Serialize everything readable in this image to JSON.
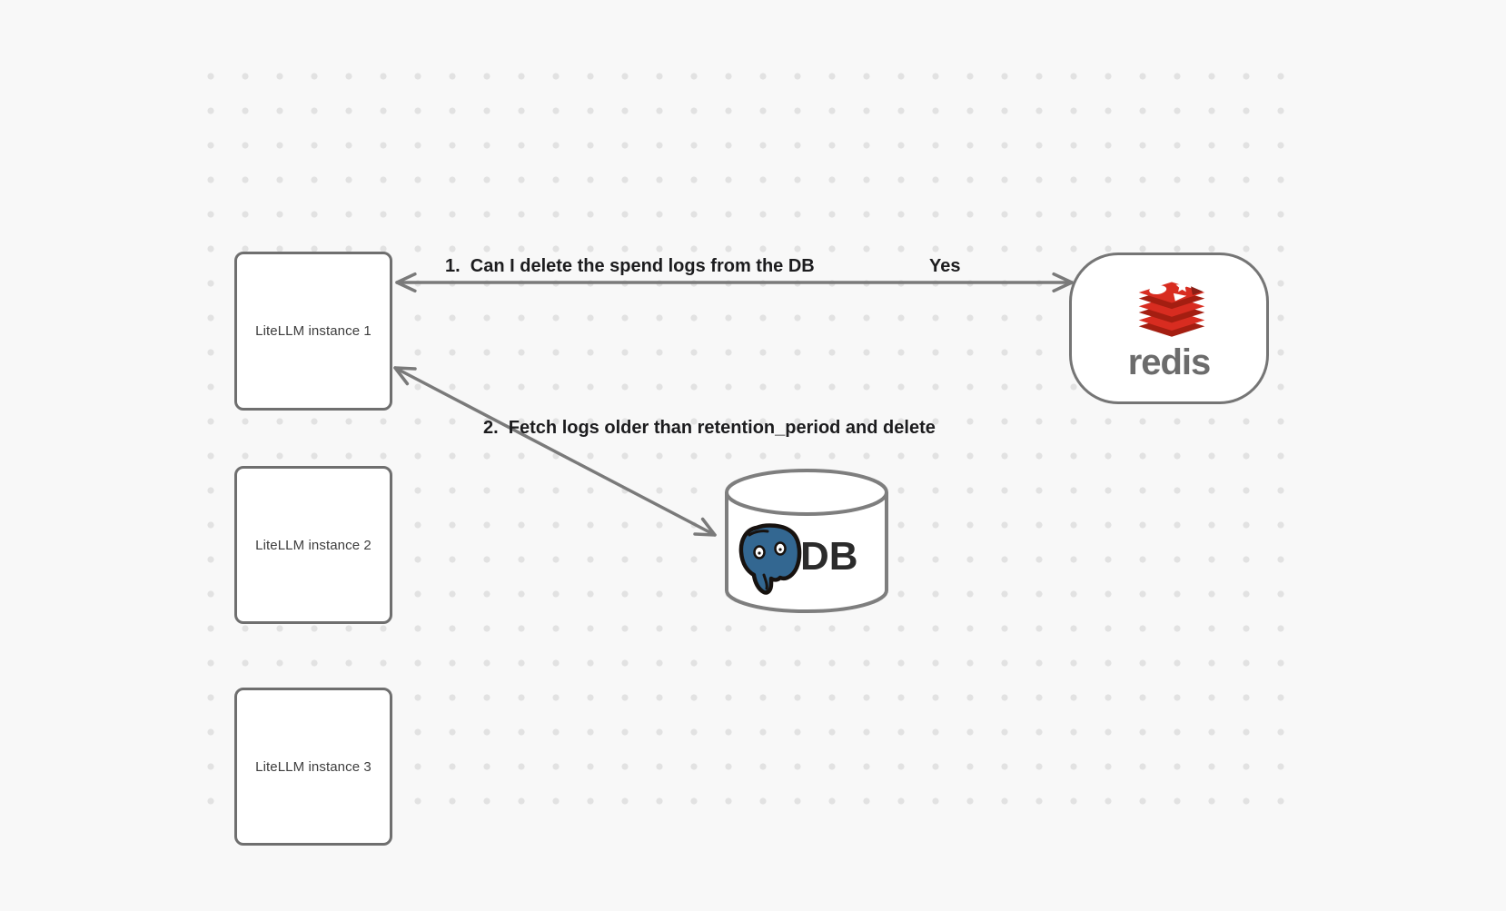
{
  "canvas": {
    "background_color": "#f8f8f8",
    "dot_color": "#e2e2e2",
    "stroke_color": "#757575",
    "label_color": "#1c1c1e"
  },
  "nodes": {
    "instances": [
      {
        "label": "LiteLLM instance 1"
      },
      {
        "label": "LiteLLM instance 2"
      },
      {
        "label": "LiteLLM instance 3"
      }
    ],
    "redis": {
      "label": "redis",
      "logo_icon": "redis-stack-logo",
      "brand_red": "#d82c20",
      "brand_dark_red": "#a41e11"
    },
    "db": {
      "label": "DB",
      "logo_icon": "postgresql-elephant-logo",
      "elephant_blue": "#336791"
    }
  },
  "edges": {
    "request": {
      "label": "1.  Can I delete the spend logs from the DB",
      "response": "Yes"
    },
    "fetch": {
      "label": "2.  Fetch logs older than retention_period and delete"
    }
  }
}
